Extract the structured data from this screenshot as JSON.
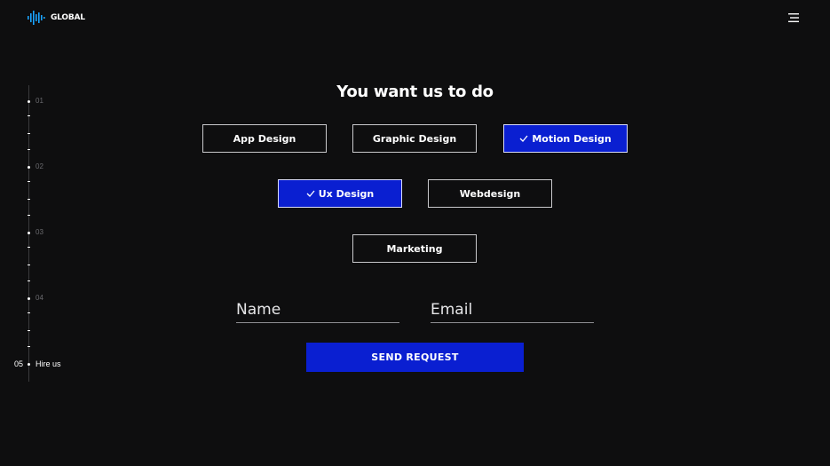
{
  "brand": {
    "name": "GLOBAL",
    "logo_icon": "sound-wave-logo-icon",
    "logo_color": "#1aa3ff"
  },
  "header": {
    "menu_icon": "hamburger-menu-icon"
  },
  "progress": {
    "steps": [
      {
        "num": "01"
      },
      {
        "num": "02"
      },
      {
        "num": "03"
      },
      {
        "num": "04"
      },
      {
        "num": "05",
        "label": "Hire us",
        "active": true
      }
    ]
  },
  "form": {
    "title": "You want us to do",
    "options": [
      {
        "label": "App Design",
        "selected": false
      },
      {
        "label": "Graphic Design",
        "selected": false
      },
      {
        "label": "Motion Design",
        "selected": true
      },
      {
        "label": "Ux Design",
        "selected": true
      },
      {
        "label": "Webdesign",
        "selected": false
      },
      {
        "label": "Marketing",
        "selected": false
      }
    ],
    "name_placeholder": "Name",
    "email_placeholder": "Email",
    "submit_label": "SEND REQUEST"
  },
  "colors": {
    "background": "#0e0e0f",
    "accent": "#0a1fd1",
    "text": "#ffffff"
  }
}
